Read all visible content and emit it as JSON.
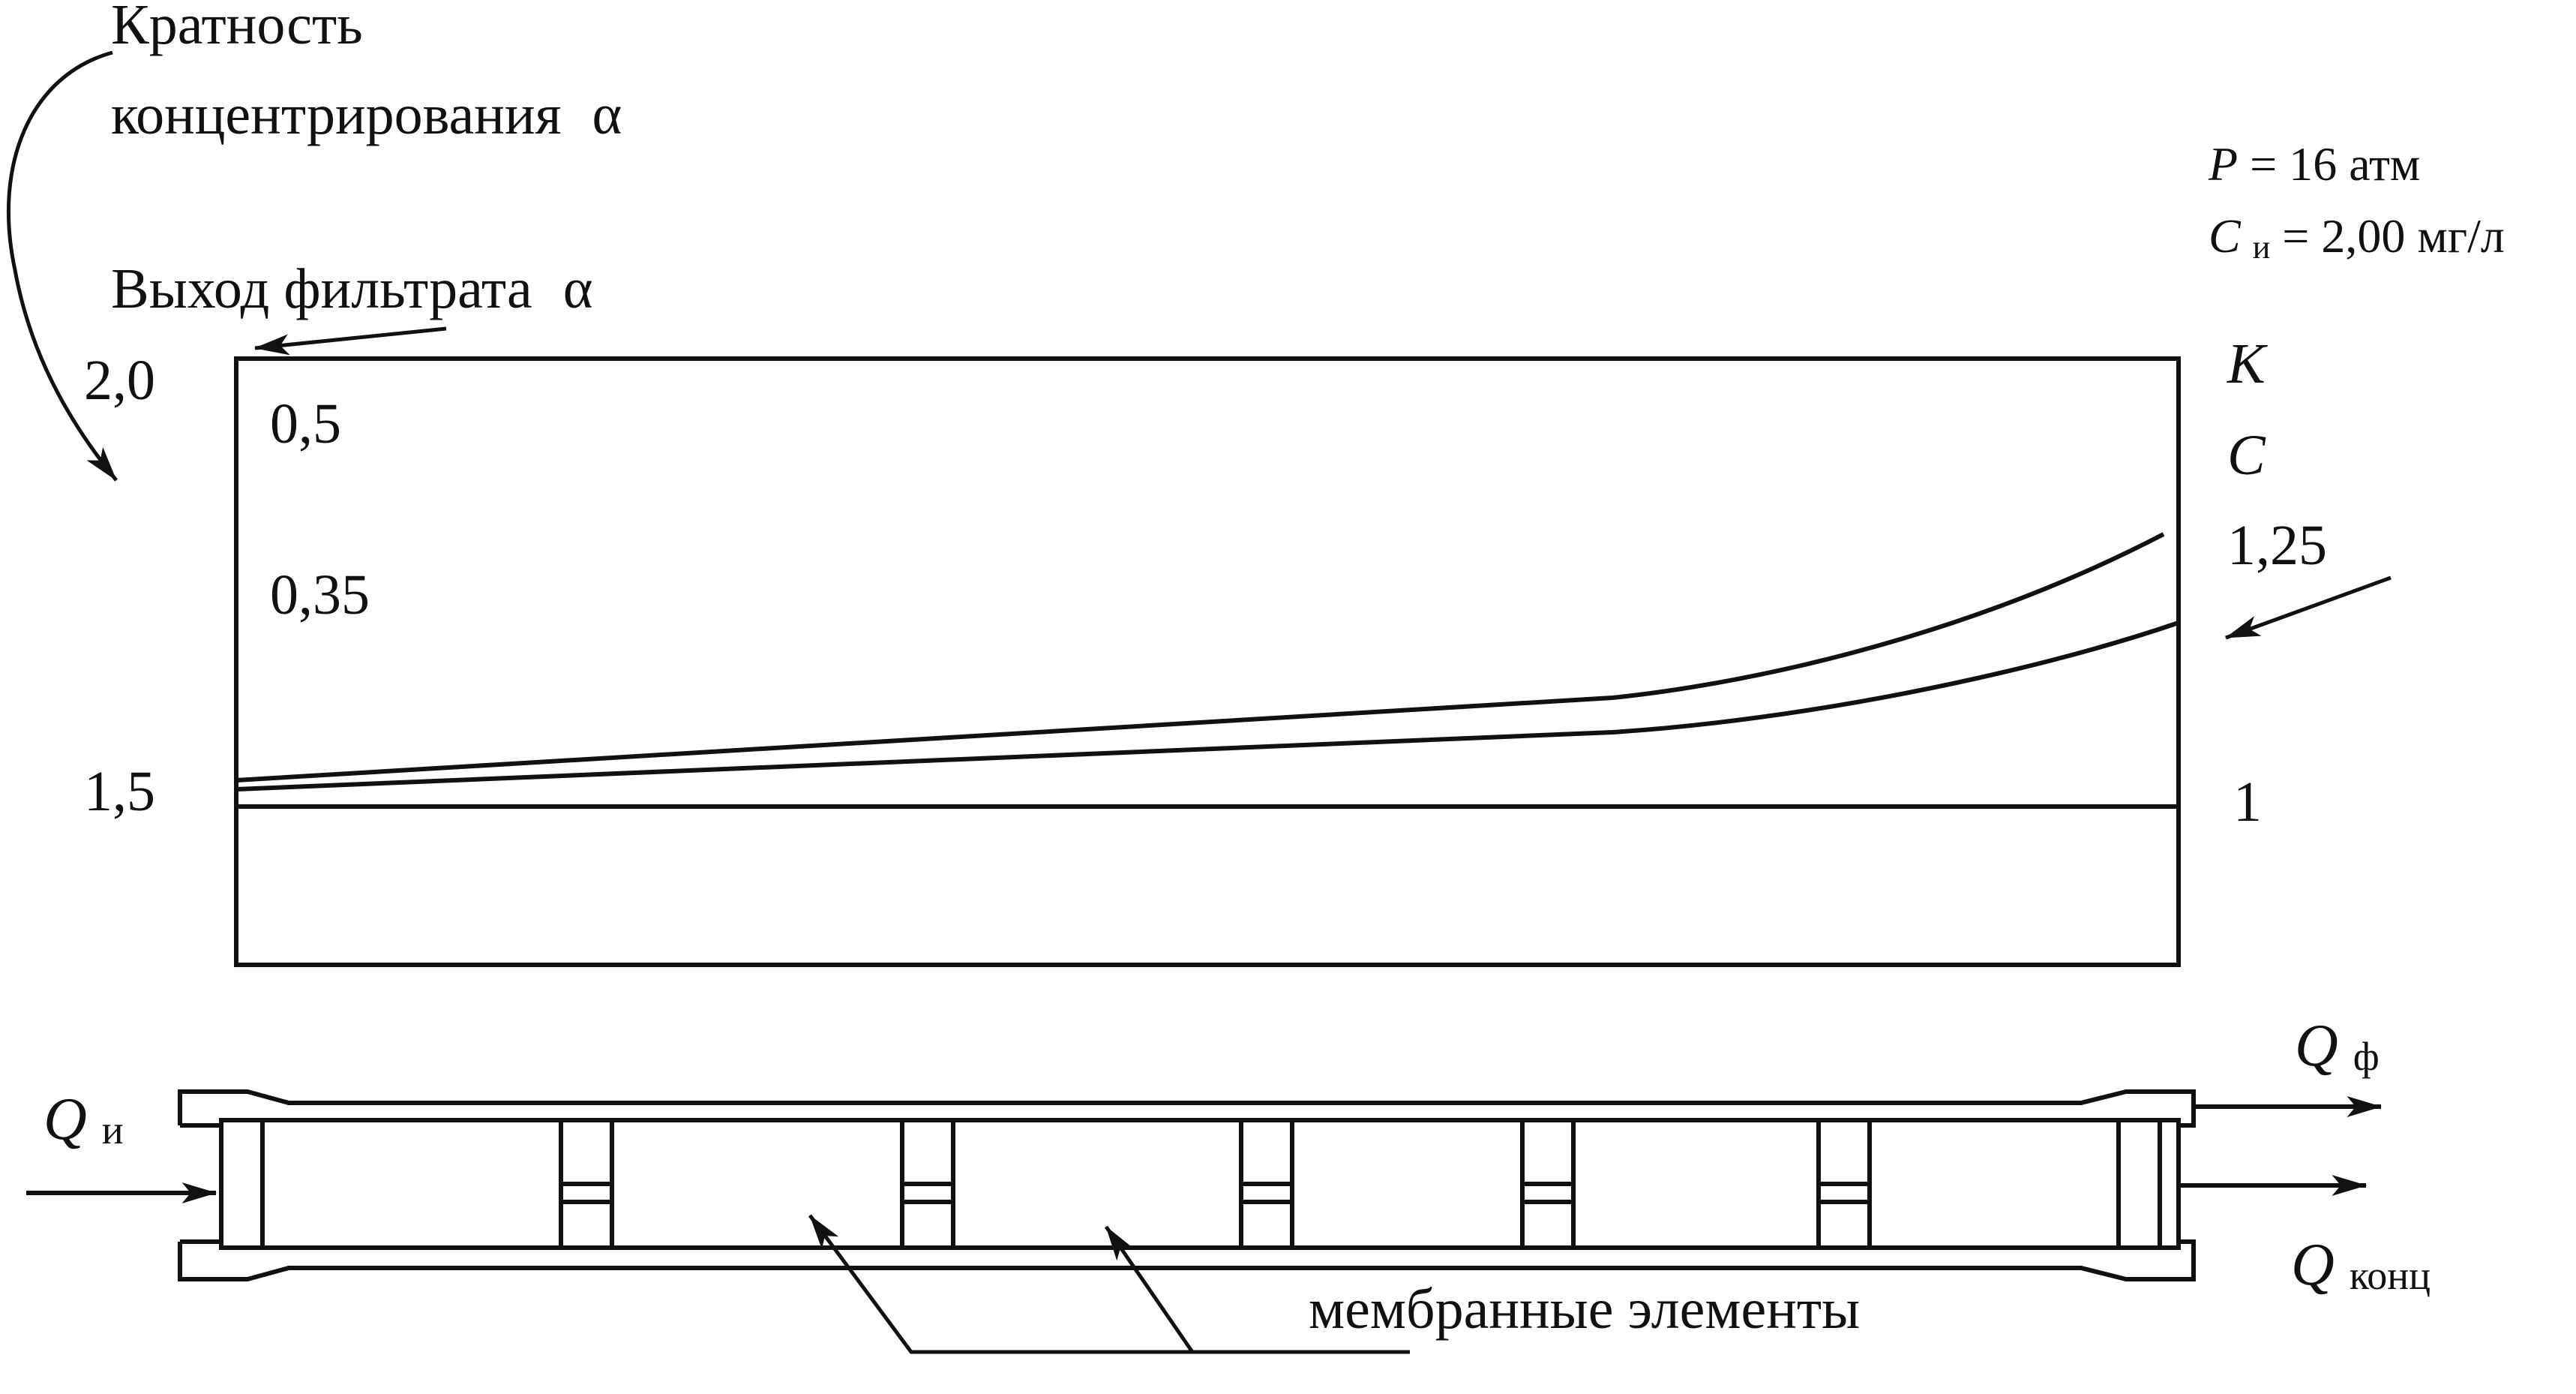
{
  "labels": {
    "concentration_factor_line1": "Кратность",
    "concentration_factor_line2": "концентрирования",
    "concentration_factor_symbol": "α",
    "filtrate_output": "Выход фильтрата",
    "filtrate_output_symbol": "α",
    "pressure_symbol": "P",
    "pressure_value": " = 16 атм",
    "conc_symbol": "C",
    "conc_subscript": "и",
    "conc_value": " = 2,00 мг/л",
    "membrane_elements": "мембранные элементы"
  },
  "left_axis": {
    "tick_top": "2,0",
    "tick_mid": "1,5"
  },
  "inner_labels": {
    "top": "0,5",
    "second": "0,35"
  },
  "right_axis": {
    "label_k": "K",
    "label_c": "C",
    "tick_125": "1,25",
    "tick_1": "1"
  },
  "flows": {
    "inlet_symbol": "Q",
    "inlet_subscript": "и",
    "filtrate_symbol": "Q",
    "filtrate_subscript": "ф",
    "concentrate_symbol": "Q",
    "concentrate_subscript": "конц"
  },
  "colors": {
    "line": "#111111",
    "background": "#ffffff"
  }
}
